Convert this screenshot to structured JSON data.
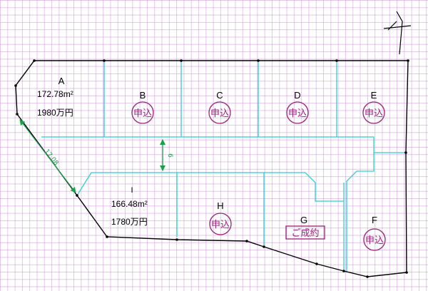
{
  "north_mark": "north-arrow",
  "dimensions": {
    "diagonal": "17.08",
    "road_width": "6"
  },
  "lots": [
    {
      "id": "A",
      "area": "172.78m²",
      "price": "1980万円"
    },
    {
      "id": "B",
      "status": "申込"
    },
    {
      "id": "C",
      "status": "申込"
    },
    {
      "id": "D",
      "status": "申込"
    },
    {
      "id": "E",
      "status": "申込"
    },
    {
      "id": "F",
      "status": "申込"
    },
    {
      "id": "G",
      "status": "ご成約"
    },
    {
      "id": "H",
      "status": "申込"
    },
    {
      "id": "I",
      "area": "166.48m²",
      "price": "1780万円"
    }
  ],
  "colors": {
    "boundary": "#000000",
    "division": "#2ccfd6",
    "status": "#9b1f7a",
    "dimension": "#17a24a",
    "grid": "#cd96d7"
  }
}
